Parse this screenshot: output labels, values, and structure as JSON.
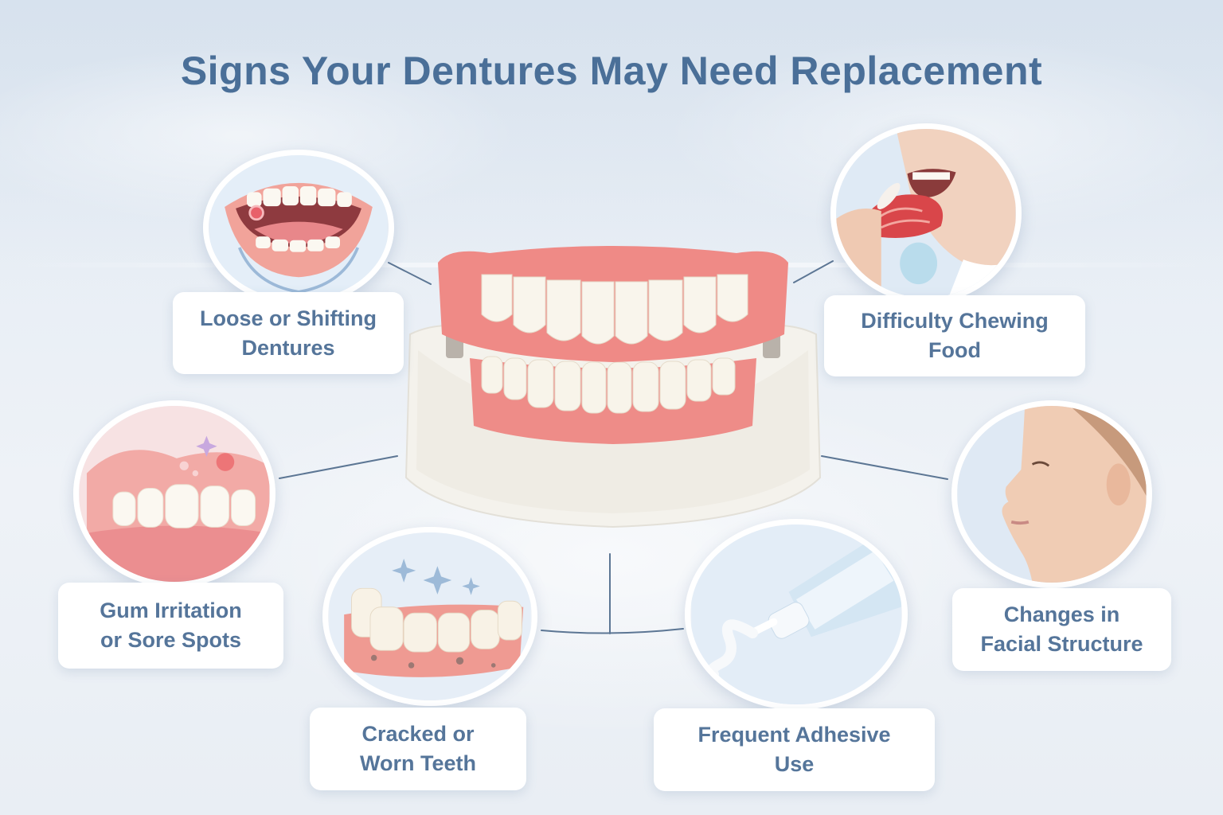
{
  "title": "Signs Your Dentures May Need Replacement",
  "colors": {
    "title": "#4a6f98",
    "label_text": "#55759a",
    "card_bg": "#ffffff",
    "connector": "#5c7694",
    "gum_pink": "#ef8a86",
    "tooth_white": "#f8f4ea",
    "background": "#e8eef5"
  },
  "centerpiece": {
    "icon": "denture-model-icon",
    "description": "Full upper and lower denture on white plaster model"
  },
  "signs": [
    {
      "id": "loose",
      "label": "Loose or Shifting\nDentures",
      "icon": "open-mouth-sore-icon"
    },
    {
      "id": "chewing",
      "label": "Difficulty Chewing\nFood",
      "icon": "person-chewing-icon"
    },
    {
      "id": "gum",
      "label": "Gum Irritation\nor Sore Spots",
      "icon": "irritated-gum-icon"
    },
    {
      "id": "facial",
      "label": "Changes in\nFacial Structure",
      "icon": "face-profile-icon"
    },
    {
      "id": "cracked",
      "label": "Cracked or\nWorn Teeth",
      "icon": "worn-denture-icon"
    },
    {
      "id": "adhesive",
      "label": "Frequent Adhesive\nUse",
      "icon": "adhesive-tube-icon"
    }
  ]
}
